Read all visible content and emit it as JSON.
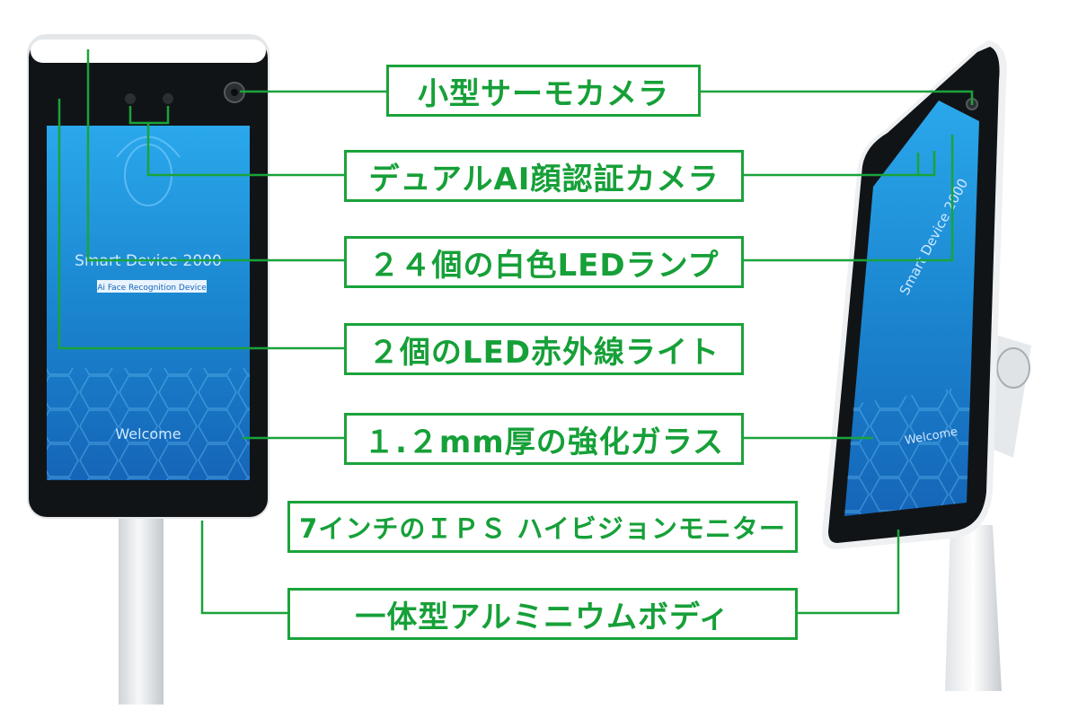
{
  "colors": {
    "label_green": "#16a038",
    "line_green": "#1aa33a",
    "bezel": "#111417",
    "screen_blue": "#1d8fd6",
    "stand": "#e9ecef"
  },
  "screen": {
    "title": "Smart Device 2000",
    "subtitle": "Ai Face Recognition Device",
    "welcome": "Welcome"
  },
  "labels": [
    {
      "id": "thermo-camera",
      "text": "小型サーモカメラ"
    },
    {
      "id": "dual-ai-camera",
      "text": "デュアルAI顔認証カメラ"
    },
    {
      "id": "white-led",
      "text": "２４個の白色LEDランプ"
    },
    {
      "id": "ir-led",
      "text": "２個のLED赤外線ライト"
    },
    {
      "id": "glass",
      "text": "１.２mm厚の強化ガラス"
    },
    {
      "id": "ips-monitor",
      "text": "7インチのＩＰＳ ハイビジョンモニター"
    },
    {
      "id": "aluminum-body",
      "text": "一体型アルミニウムボディ"
    }
  ],
  "icons": [
    "camera-lens-icon",
    "face-scan-icon",
    "hexagon-pattern-icon",
    "stand-knob-icon"
  ]
}
